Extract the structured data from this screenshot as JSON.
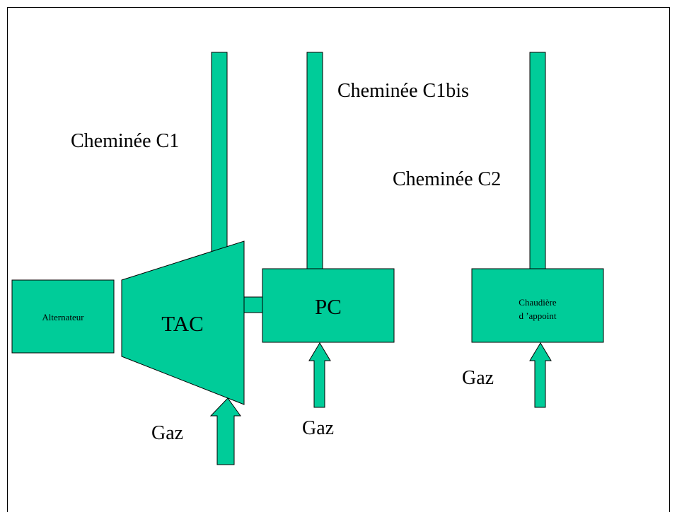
{
  "colors": {
    "fill": "#00cc99",
    "stroke": "#000000",
    "text": "#000000",
    "background": "#ffffff"
  },
  "labels": {
    "chimney_c1": "Cheminée C1",
    "chimney_c1bis": "Cheminée C1bis",
    "chimney_c2": "Cheminée C2",
    "alternator": "Alternateur",
    "tac": "TAC",
    "pc": "PC",
    "boiler_line1": "Chaudière",
    "boiler_line2": "d ’appoint",
    "gas_tac": "Gaz",
    "gas_pc": "Gaz",
    "gas_boiler": "Gaz"
  }
}
